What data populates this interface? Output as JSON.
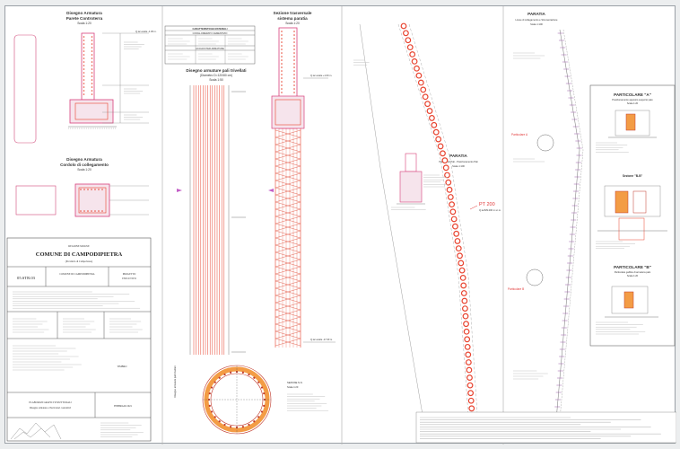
{
  "colors": {
    "rebar": "#e8432f",
    "stirrup": "#e05a48",
    "concrete": "#d8407a",
    "dimension": "#9a5ca8",
    "ink": "#555555",
    "pile_fill": "#f39c45",
    "pile_ring": "#c0392b"
  },
  "panel1": {
    "title1": "Disegno Armatura",
    "title2": "Parete Controterra",
    "scale": "Scala 1:20",
    "detail_title1": "Disegno Armatura",
    "detail_title2": "Cordolo di collegamento",
    "detail_scale": "Scala 1:20",
    "level_label": "Q.ta Locale -1.30 m."
  },
  "panel2": {
    "materials_title": "CARATTERISTICHE MATERIALI",
    "concrete_label": "CONGLOMERATO CEMENTIZIO",
    "steel_label": "ACCIAIO PER ARMATURE",
    "piles_title": "Disegno armature pali trivellati",
    "piles_sub": "(Diametro D=120/80 cm)",
    "piles_scale": "Scala 1:50",
    "section_title1": "Sezione trasversale",
    "section_title2": "sistema paratia",
    "section_scale": "Scala 1:20",
    "ring_title1": "Disegno armature pali trivellati",
    "ring_title2": "SEZIONE N.N.",
    "ring_scale": "Scala 1:20",
    "level_top": "Q.ta Locale +1.60 m.",
    "level_bottom": "Q.ta Locale -17.00 m."
  },
  "panel3": {
    "title": "PARATIA",
    "sub1": "Pianta Pali Pali - Posizionamento Pali",
    "sub2": "Scala 1:100",
    "pt_label": "PT 200",
    "pt_sub": "Q.ta 829.200 m.s.l.m."
  },
  "panel4": {
    "title": "PARATIA",
    "sub1": "Livree di collegamento e Strumentazione",
    "sub2": "Scala 1:100",
    "detail_a_title": "PARTICOLARE \"A\"",
    "detail_a_sub": "Posizionamento apposito supporto palo",
    "detail_a_scale": "Scala 1:20",
    "section_bb": "Sezione \"B-B\"",
    "detail_b_title": "PARTICOLARE \"B\"",
    "detail_b_sub": "Particolare gabbie di armatura palo",
    "detail_b_scale": "Scala 1:20",
    "marker_a": "Particolare A",
    "marker_b": "Particolare B"
  },
  "title_block": {
    "region": "REGIONE MOLISE",
    "comune": "COMUNE DI CAMPODIPIETRA",
    "province": "(Provincia di Campobasso)",
    "code": "05.STR.03",
    "client": "COMUNE DI CAMPODIPIETRA",
    "phase1": "PROGETTO",
    "phase2": "ESECUTIVO",
    "drawing1": "ELABORATI GRAFICI STRUTTURALI",
    "drawing2": "Disegno armature e Particolari costruttivi",
    "date": "FEBBRAIO 2021",
    "stamp": "TIMBRO"
  }
}
